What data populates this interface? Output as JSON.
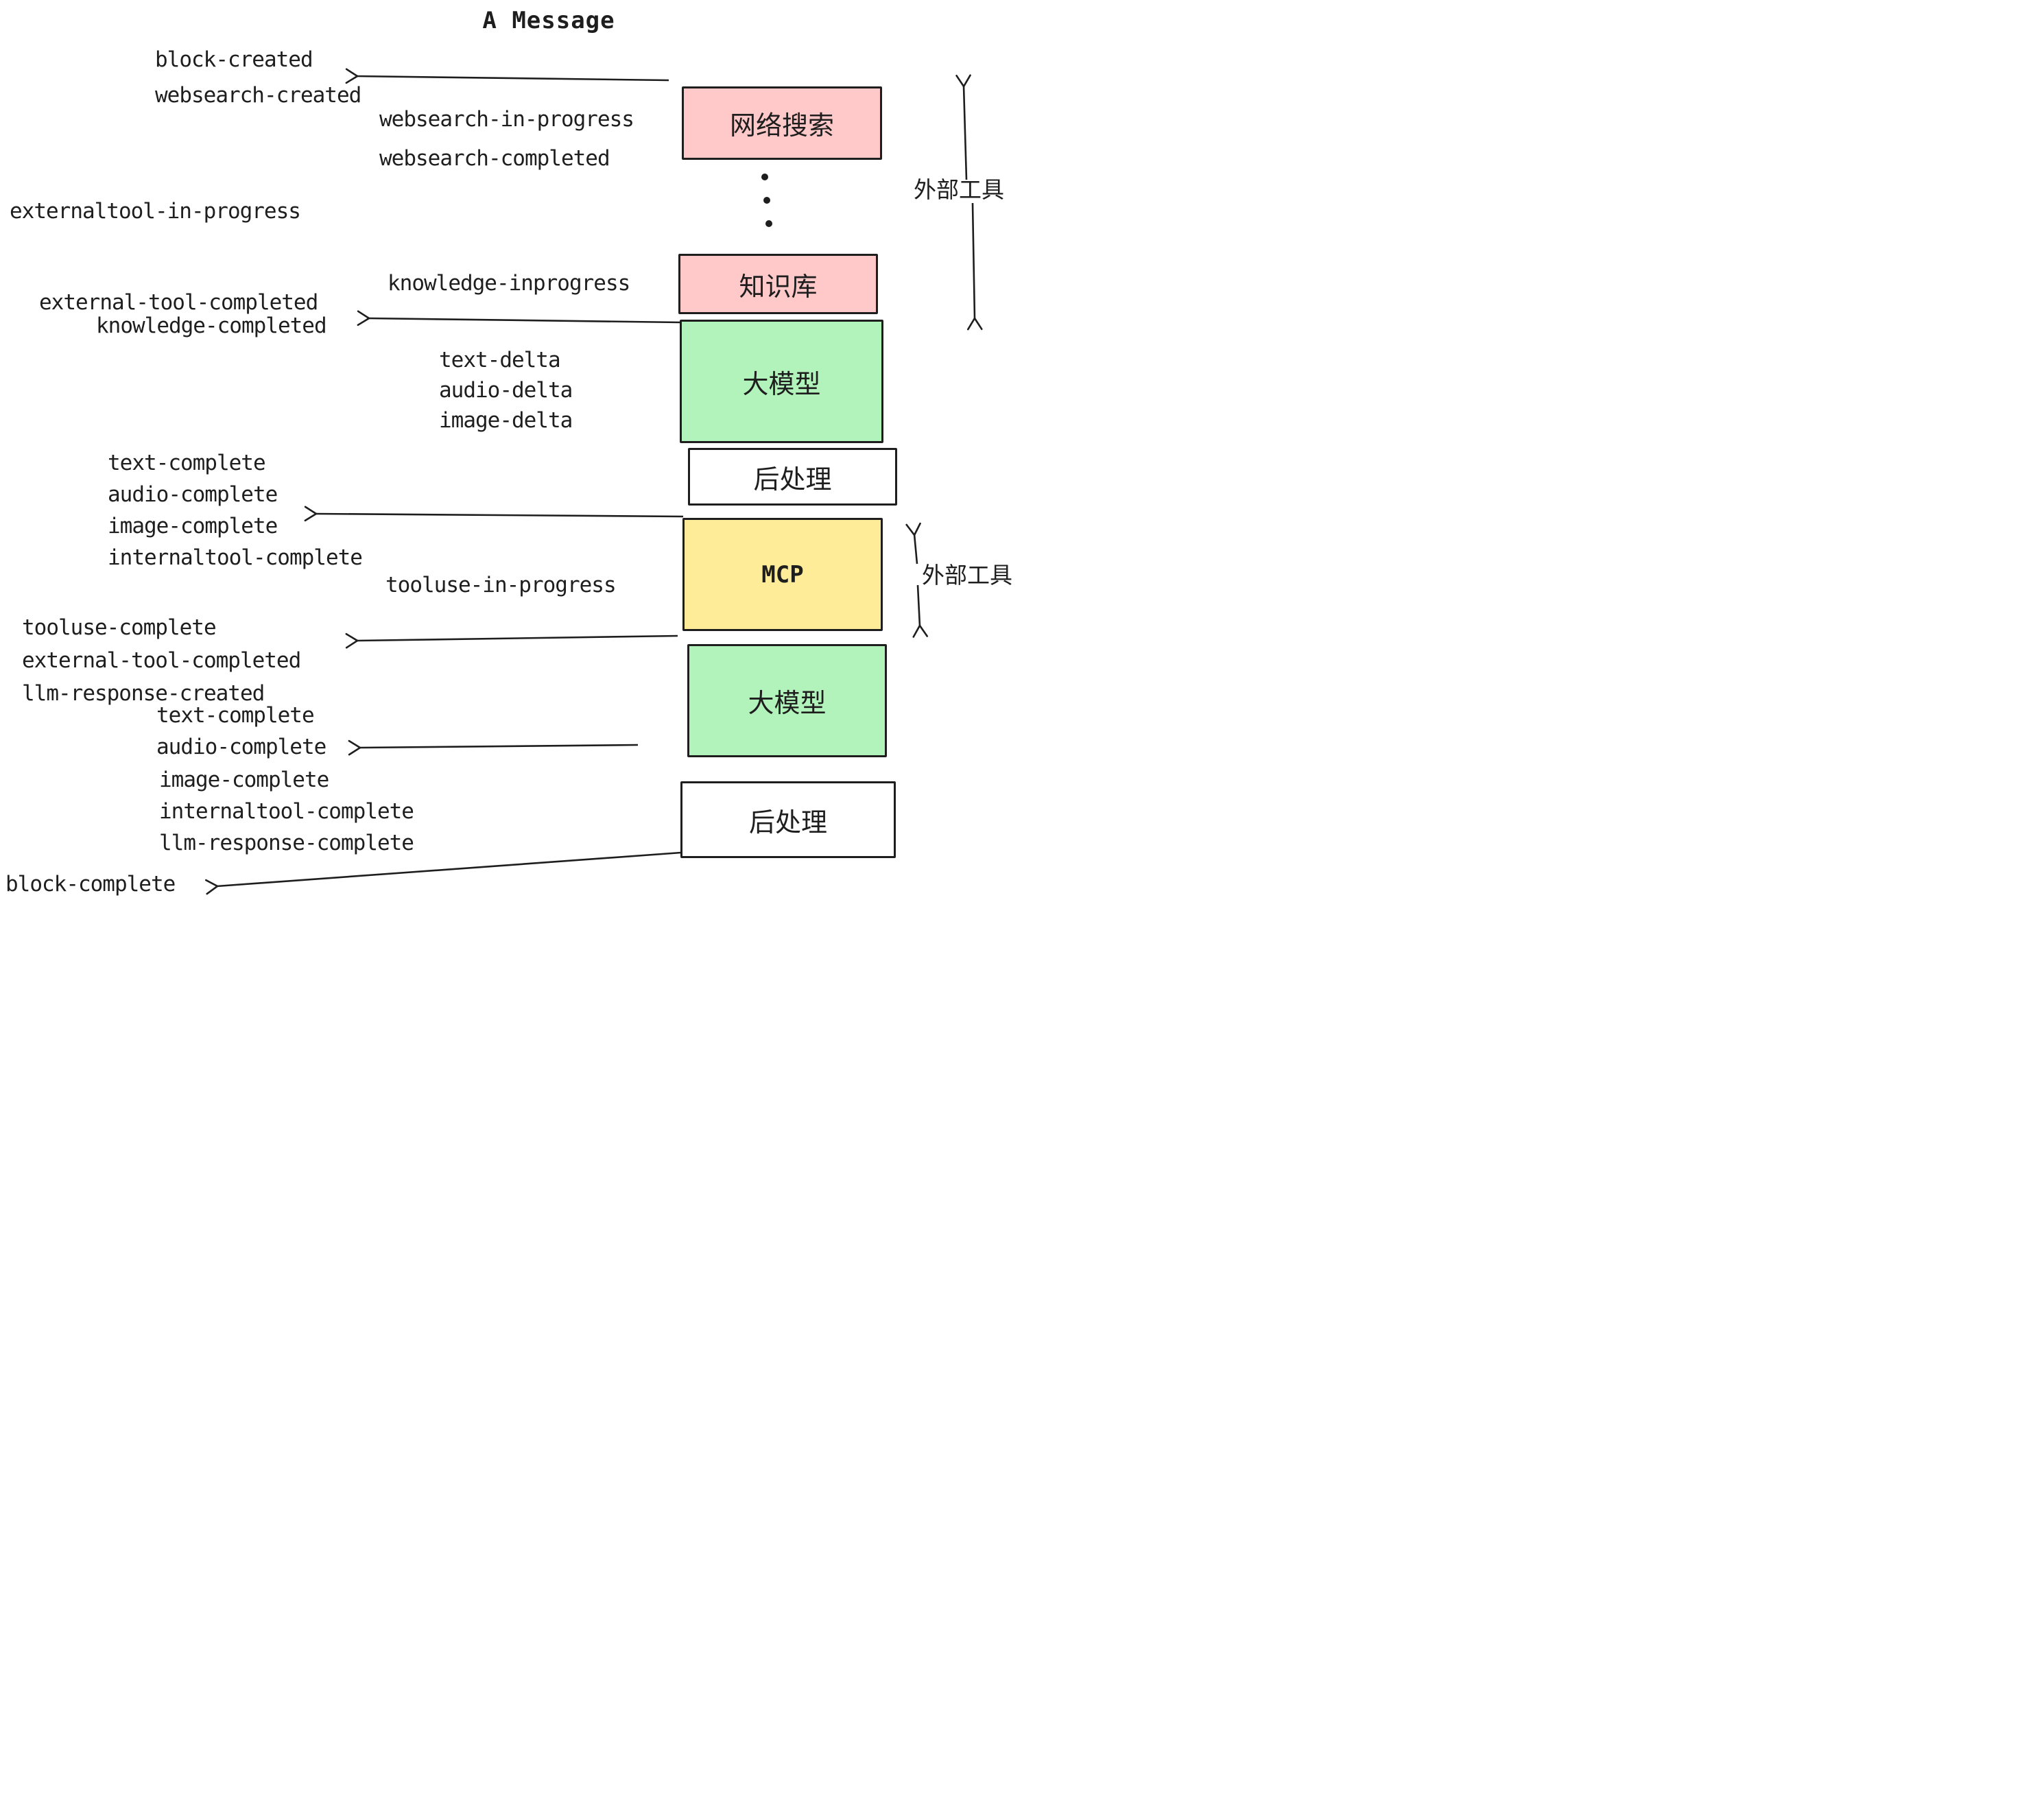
{
  "title": "A Message",
  "colors": {
    "pink": "#ffc9c9",
    "green": "#b2f2bb",
    "yellow": "#ffec99",
    "white": "#ffffff",
    "stroke": "#1e1e1e"
  },
  "boxes": {
    "websearch": {
      "label": "网络搜索"
    },
    "knowledge": {
      "label": "知识库"
    },
    "llm1": {
      "label": "大模型"
    },
    "post1": {
      "label": "后处理"
    },
    "mcp": {
      "label": "MCP"
    },
    "llm2": {
      "label": "大模型"
    },
    "post2": {
      "label": "后处理"
    }
  },
  "annotations": {
    "external_tools_top": "外部工具",
    "external_tools_mcp": "外部工具"
  },
  "events": {
    "block_created": "block-created",
    "websearch_created": "websearch-created",
    "websearch_in_progress": "websearch-in-progress",
    "websearch_completed": "websearch-completed",
    "externaltool_in_progress": "externaltool-in-progress",
    "knowledge_inprogress": "knowledge-inprogress",
    "external_tool_completed_1": "external-tool-completed",
    "knowledge_completed": "knowledge-completed",
    "text_delta_1": "text-delta",
    "audio_delta_1": "audio-delta",
    "image_delta_1": "image-delta",
    "text_complete_1": "text-complete",
    "audio_complete_1": "audio-complete",
    "image_complete_1": "image-complete",
    "internaltool_complete_1": "internaltool-complete",
    "tooluse_in_progress": "tooluse-in-progress",
    "tooluse_complete": "tooluse-complete",
    "external_tool_completed_2": "external-tool-completed",
    "llm_response_created": "llm-response-created",
    "text_complete_2": "text-complete",
    "audio_complete_2": "audio-complete",
    "image_complete_2": "image-complete",
    "internaltool_complete_2": "internaltool-complete",
    "llm_response_complete": "llm-response-complete",
    "block_complete": "block-complete"
  }
}
